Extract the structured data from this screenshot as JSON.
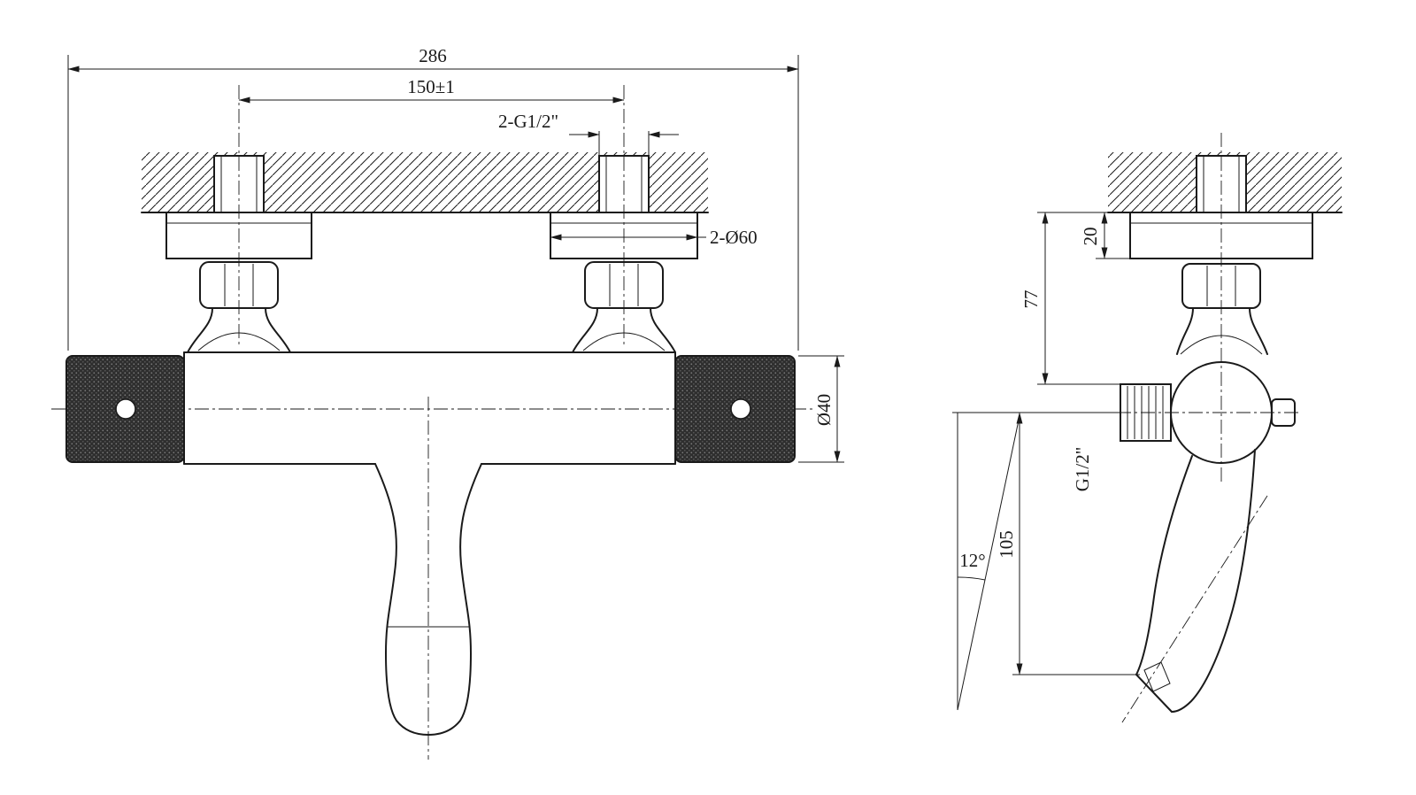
{
  "drawing": {
    "background": "#ffffff",
    "line_color": "#1a1a1a",
    "front": {
      "overall_width": "286",
      "hole_spacing": "150±1",
      "inlet_thread": "2-G1/2\"",
      "escutcheon_diameter": "2-Ø60",
      "body_diameter": "Ø40"
    },
    "side": {
      "escutcheon_depth": "20",
      "wall_to_outlet": "77",
      "outlet_thread": "G1/2\"",
      "drop_height": "105",
      "spout_angle": "12°"
    }
  }
}
